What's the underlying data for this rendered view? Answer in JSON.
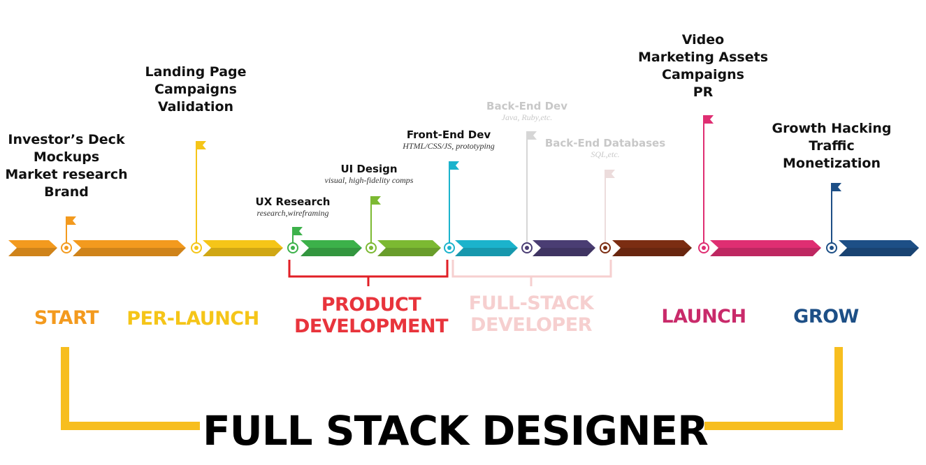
{
  "title": "FULL STACK DESIGNER",
  "colors": {
    "start": "#f39a1e",
    "prelaunch": "#f5c518",
    "ux": "#3cb14a",
    "ui": "#7cb932",
    "frontend": "#1bb3cc",
    "backend": "#4a3d73",
    "databases": "#7b2d12",
    "launch": "#df2e72",
    "grow": "#1d4f86",
    "product_bracket": "#e11f26",
    "fullstack_bracket": "#f6cfcf",
    "title_bracket": "#f7be1f",
    "faded_flag": "#d6d6d6",
    "faded_flag_db": "#ecdcdc"
  },
  "milestones": [
    {
      "id": "start",
      "lines": [
        "Investor’s Deck",
        "Mockups",
        "Market research",
        "Brand"
      ]
    },
    {
      "id": "prelaunch",
      "lines": [
        "Landing Page",
        "Campaigns",
        "Validation"
      ]
    },
    {
      "id": "ux",
      "title": "UX Research",
      "subtitle": "research,wireframing"
    },
    {
      "id": "ui",
      "title": "UI Design",
      "subtitle": "visual, high-fidelity comps"
    },
    {
      "id": "frontend",
      "title": "Front-End Dev",
      "subtitle": "HTML/CSS/JS, prototyping"
    },
    {
      "id": "backend",
      "title": "Back-End Dev",
      "subtitle": "Java, Ruby,etc.",
      "faded": true
    },
    {
      "id": "databases",
      "title": "Back-End Databases",
      "subtitle": "SQL,etc.",
      "faded": true
    },
    {
      "id": "launch",
      "lines": [
        "Video",
        "Marketing Assets",
        "Campaigns",
        "PR"
      ]
    },
    {
      "id": "grow",
      "lines": [
        "Growth Hacking",
        "Traffic",
        "Monetization"
      ]
    }
  ],
  "stages": [
    {
      "id": "start",
      "lines": [
        "START"
      ]
    },
    {
      "id": "prelaunch",
      "lines": [
        "PER-LAUNCH"
      ]
    },
    {
      "id": "product",
      "lines": [
        "PRODUCT",
        "DEVELOPMENT"
      ]
    },
    {
      "id": "fullstack",
      "lines": [
        "FULL-STACK",
        "DEVELOPER"
      ]
    },
    {
      "id": "launch",
      "lines": [
        "LAUNCH"
      ]
    },
    {
      "id": "grow",
      "lines": [
        "GROW"
      ]
    }
  ]
}
